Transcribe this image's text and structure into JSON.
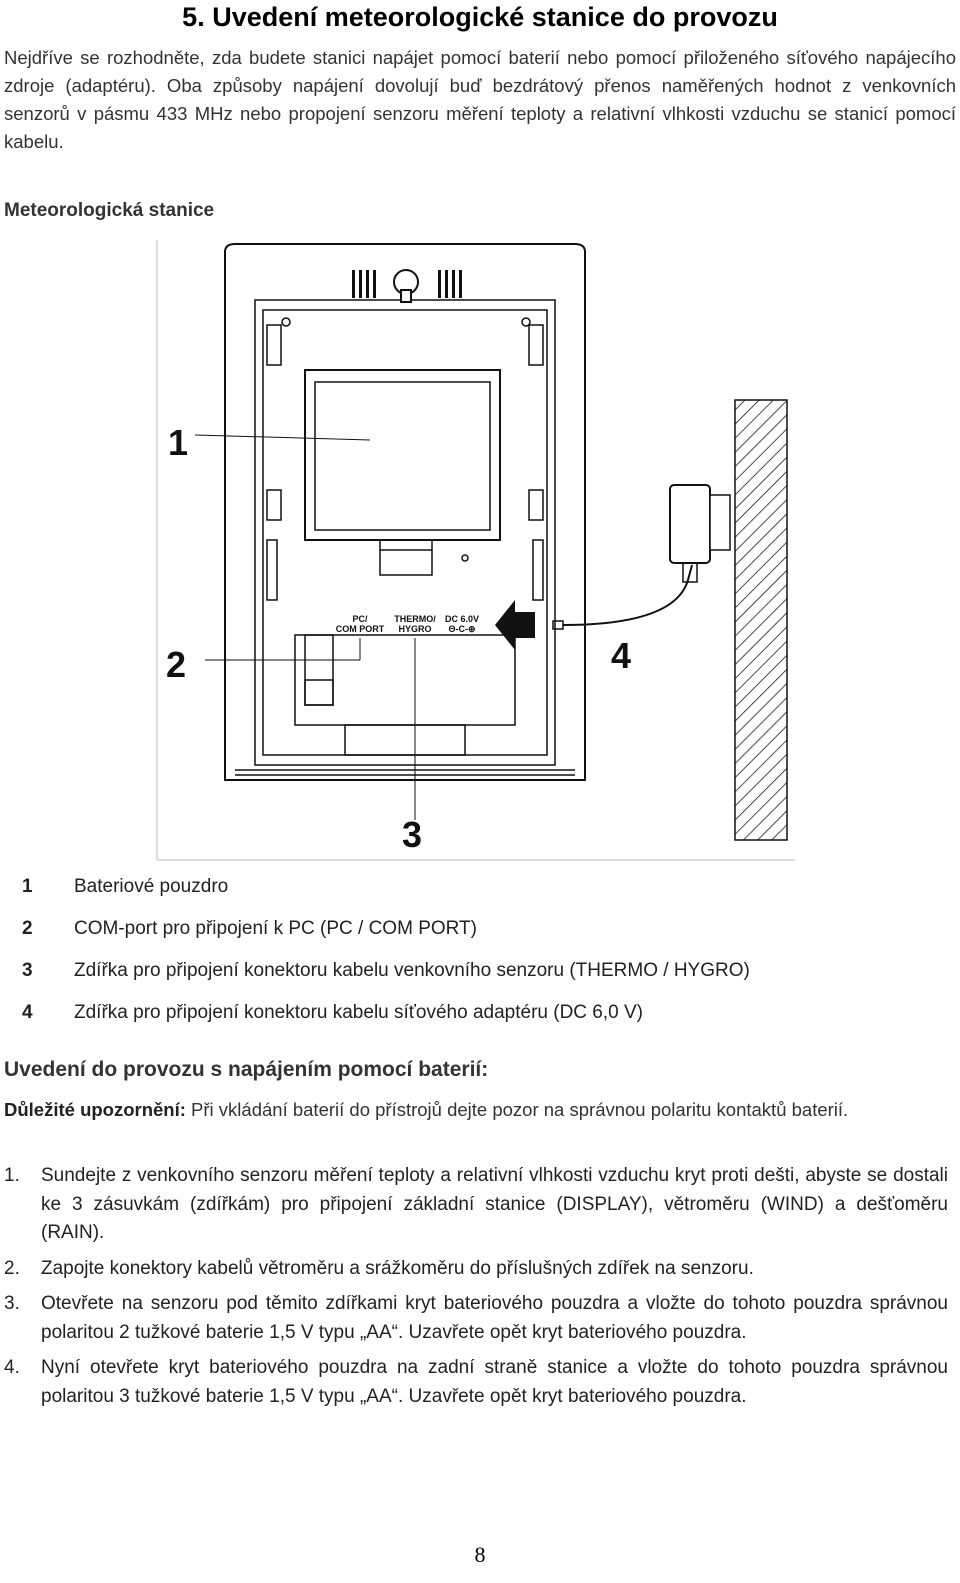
{
  "heading": "5. Uvedení meteorologické stanice do provozu",
  "intro": "Nejdříve se rozhodněte, zda budete stanici napájet pomocí baterií nebo pomocí přiloženého síťového napájecího zdroje (adaptéru). Oba způsoby napájení dovolují buď bezdrátový přenos naměřených hodnot z venkovních senzorů v pásmu 433 MHz nebo propojení senzoru měření teploty a relativní vlhkosti vzduchu se stanicí pomocí kabelu.",
  "figure": {
    "title": "Meteorologická stanice",
    "callouts": [
      "1",
      "2",
      "3",
      "4"
    ],
    "port_labels": {
      "pc_line1": "PC/",
      "pc_line2": "COM PORT",
      "thermo_line1": "THERMO/",
      "thermo_line2": "HYGRO",
      "dc_line1": "DC 6.0V",
      "dc_line2": "Θ-C-⊕"
    }
  },
  "legend": [
    {
      "num": "1",
      "text": "Bateriové pouzdro"
    },
    {
      "num": "2",
      "text": "COM-port pro připojení k PC (PC / COM PORT)"
    },
    {
      "num": "3",
      "text": "Zdířka pro připojení konektoru kabelu venkovního senzoru (THERMO / HYGRO)"
    },
    {
      "num": "4",
      "text": "Zdířka pro připojení konektoru kabelu síťového adaptéru (DC 6,0 V)"
    }
  ],
  "section_title": "Uvedení do provozu s napájením pomocí baterií:",
  "important": {
    "label": "Důležité upozornění:",
    "text": " Při vkládání baterií do přístrojů dejte pozor na správnou polaritu kontaktů baterií."
  },
  "steps": [
    {
      "num": "1.",
      "text": "Sundejte z venkovního senzoru měření teploty a relativní vlhkosti vzduchu kryt proti dešti, abyste se dostali ke 3 zásuvkám (zdířkám) pro připojení základní stanice (DISPLAY), větroměru (WIND) a dešťoměru (RAIN)."
    },
    {
      "num": "2.",
      "text": "Zapojte konektory kabelů větroměru a srážkoměru do příslušných zdířek na senzoru."
    },
    {
      "num": "3.",
      "text": "Otevřete na senzoru pod těmito zdířkami kryt bateriového pouzdra a vložte do tohoto pouzdra správnou polaritou 2 tužkové baterie 1,5 V typu „AA“. Uzavřete opět kryt bateriového pouzdra."
    },
    {
      "num": "4.",
      "text": "Nyní otevřete kryt bateriového pouzdra na zadní straně stanice a vložte do tohoto pouzdra správnou polaritou 3 tužkové baterie 1,5 V typu „AA“. Uzavřete opět kryt bateriového pouzdra."
    }
  ],
  "page_number": "8"
}
